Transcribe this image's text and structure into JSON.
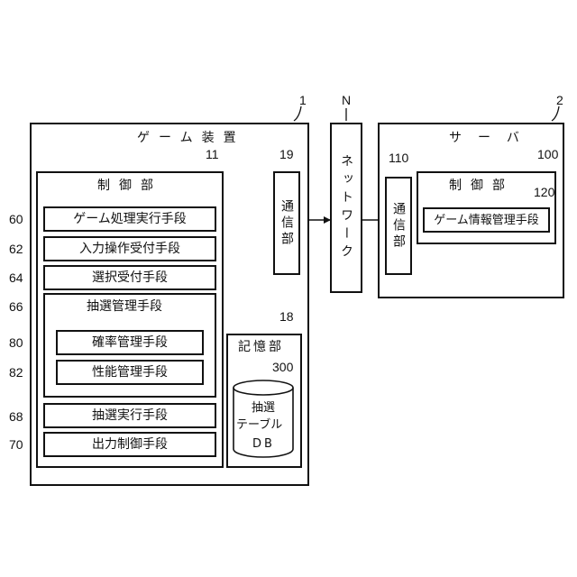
{
  "refs": {
    "game_device": "1",
    "network": "N",
    "server": "2",
    "device_control": "11",
    "device_comm": "19",
    "storage": "18",
    "lottery_db": "300",
    "server_comm": "110",
    "server_control": "100",
    "game_info_mgmt": "120",
    "exec_means": "60",
    "input_means": "62",
    "select_means": "64",
    "lottery_mgmt": "66",
    "prob_means": "80",
    "perf_means": "82",
    "lottery_exec": "68",
    "output_means": "70"
  },
  "labels": {
    "game_device": "ゲーム装置",
    "device_control": "制御部",
    "device_comm": "通信部",
    "storage": "記憶部",
    "lottery_db_line1": "抽選",
    "lottery_db_line2": "テーブル",
    "lottery_db_line3": "DB",
    "network": "ネットワーク",
    "server": "サーバ",
    "server_comm": "通信部",
    "server_control": "制御部",
    "game_info_mgmt": "ゲーム情報管理手段",
    "exec_means": "ゲーム処理実行手段",
    "input_means": "入力操作受付手段",
    "select_means": "選択受付手段",
    "lottery_mgmt": "抽選管理手段",
    "prob_means": "確率管理手段",
    "perf_means": "性能管理手段",
    "lottery_exec": "抽選実行手段",
    "output_means": "出力制御手段"
  }
}
